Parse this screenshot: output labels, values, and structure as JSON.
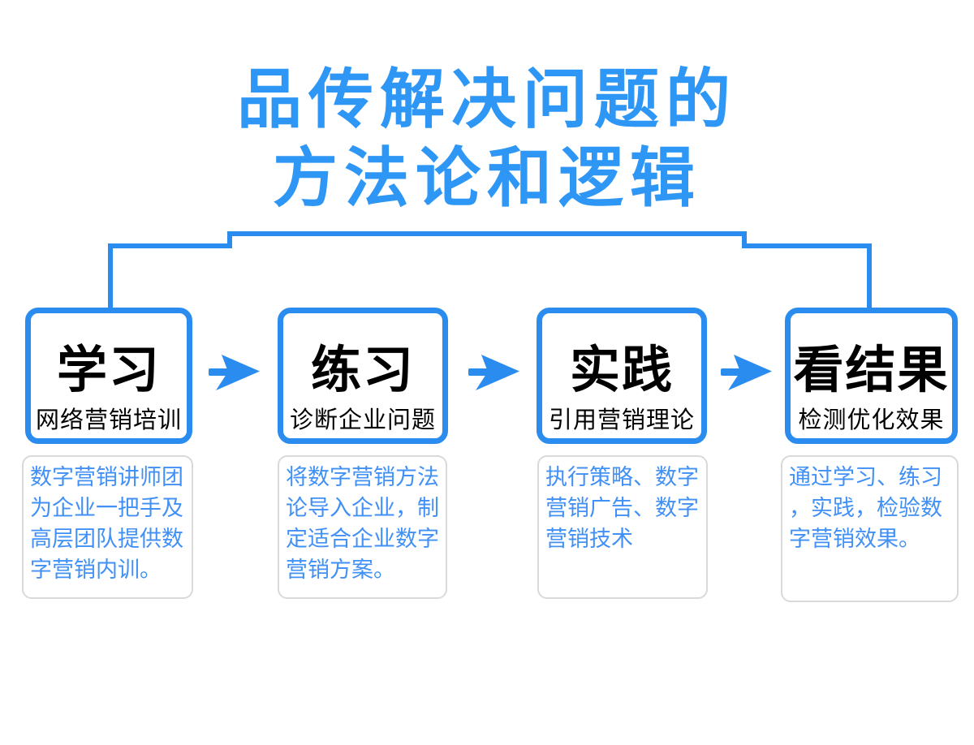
{
  "title": {
    "line1": "品传解决问题的",
    "line2": "方法论和逻辑"
  },
  "steps": [
    {
      "title": "学习",
      "subtitle": "网络营销培训",
      "description": "数字营销讲师团为企业一把手及高层团队提供数字营销内训。"
    },
    {
      "title": "练习",
      "subtitle": "诊断企业问题",
      "description": "将数字营销方法论导入企业，制定适合企业数字营销方案。"
    },
    {
      "title": "实践",
      "subtitle": "引用营销理论",
      "description": "执行策略、数字营销广告、数字营销技术"
    },
    {
      "title": "看结果",
      "subtitle": "检测优化效果",
      "description": "通过学习、练习，实践，检验数字营销效果。"
    }
  ],
  "icons": {
    "arrow": "arrow-right-icon",
    "bracket": "bracket-connector-line"
  },
  "colors": {
    "accent": "#2b8cef",
    "title": "#2e97f5",
    "step_title": "#000000",
    "desc_text": "#4190f5",
    "desc_border": "#d9d9d9",
    "background": "#ffffff"
  }
}
